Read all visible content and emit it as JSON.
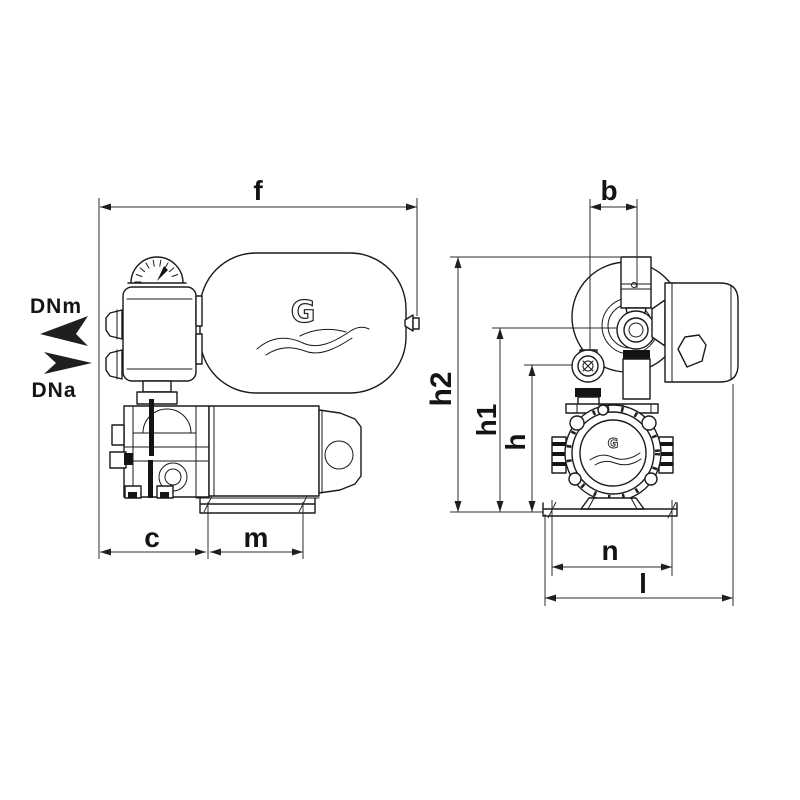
{
  "drawing": {
    "dims": {
      "f": "f",
      "b": "b",
      "c": "c",
      "m": "m",
      "n": "n",
      "l": "l",
      "h": "h",
      "h1": "h1",
      "h2": "h2"
    },
    "ports": {
      "outlet": "DNm",
      "inlet": "DNa"
    },
    "logo_letter": "G",
    "colors": {
      "line": "#1a1a1a",
      "dimension_line": "#2e2e2e",
      "accent_fill": "#141414",
      "background": "#ffffff"
    }
  }
}
